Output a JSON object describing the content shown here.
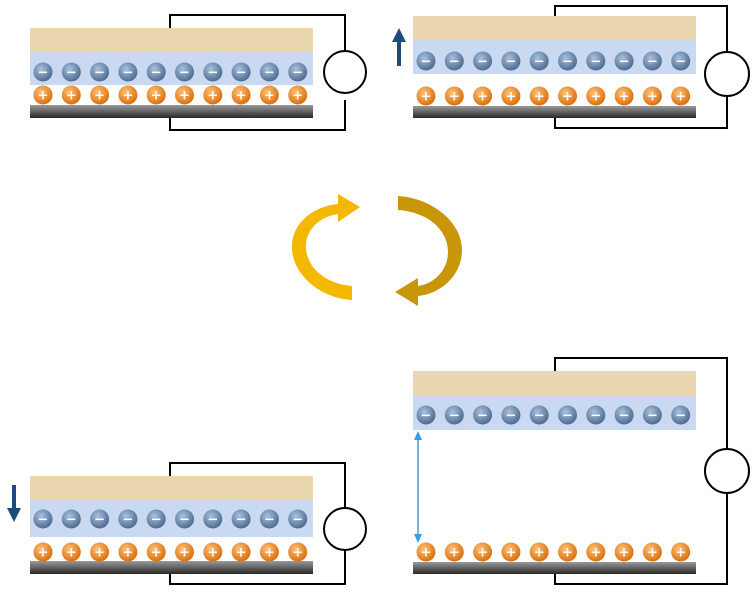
{
  "symbols": {
    "negative": "−",
    "positive": "+"
  },
  "colors": {
    "top_layer": "#ead7b0",
    "dielectric": "#c9d9f1",
    "negative_charge": "#5f7fa5",
    "positive_charge": "#ef8b1f",
    "electrode": "#4a4a4a",
    "wire": "#000000",
    "motion_arrow": "#1f4b7a",
    "gap_arrow": "#3a9de0",
    "cycle_arrow": "#f5b800",
    "cycle_arrow_shade": "#c9960a"
  },
  "panels": [
    {
      "id": "contact",
      "charges_per_row": 10,
      "motion": "none",
      "separated": false
    },
    {
      "id": "separating",
      "charges_per_row": 10,
      "motion": "up",
      "separated": true
    },
    {
      "id": "approaching",
      "charges_per_row": 10,
      "motion": "down",
      "separated": false
    },
    {
      "id": "max-separation",
      "charges_per_row": 10,
      "motion": "none",
      "separated": true,
      "gap_indicator": true
    }
  ],
  "cycle": {
    "arrows": 2,
    "direction": "clockwise"
  }
}
